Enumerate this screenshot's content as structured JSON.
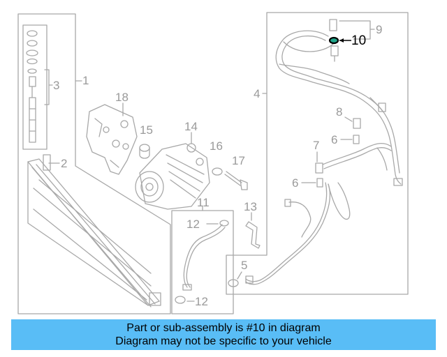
{
  "diagram": {
    "callouts": [
      {
        "id": "1",
        "text": "1"
      },
      {
        "id": "2",
        "text": "2"
      },
      {
        "id": "3",
        "text": "3"
      },
      {
        "id": "4",
        "text": "4"
      },
      {
        "id": "5",
        "text": "5"
      },
      {
        "id": "6a",
        "text": "6"
      },
      {
        "id": "6b",
        "text": "6"
      },
      {
        "id": "7",
        "text": "7"
      },
      {
        "id": "8",
        "text": "8"
      },
      {
        "id": "9",
        "text": "9"
      },
      {
        "id": "10",
        "text": "10"
      },
      {
        "id": "11",
        "text": "11"
      },
      {
        "id": "12a",
        "text": "12"
      },
      {
        "id": "12b",
        "text": "12"
      },
      {
        "id": "13",
        "text": "13"
      },
      {
        "id": "14",
        "text": "14"
      },
      {
        "id": "15",
        "text": "15"
      },
      {
        "id": "16",
        "text": "16"
      },
      {
        "id": "17",
        "text": "17"
      },
      {
        "id": "18",
        "text": "18"
      }
    ],
    "highlight_color": "#1fa58a",
    "line_color": "#9a9a9a"
  },
  "banner": {
    "line1": "Part or sub-assembly is #10 in diagram",
    "line2": "Diagram may not be specific to your vehicle",
    "background": "#59bdf6"
  }
}
